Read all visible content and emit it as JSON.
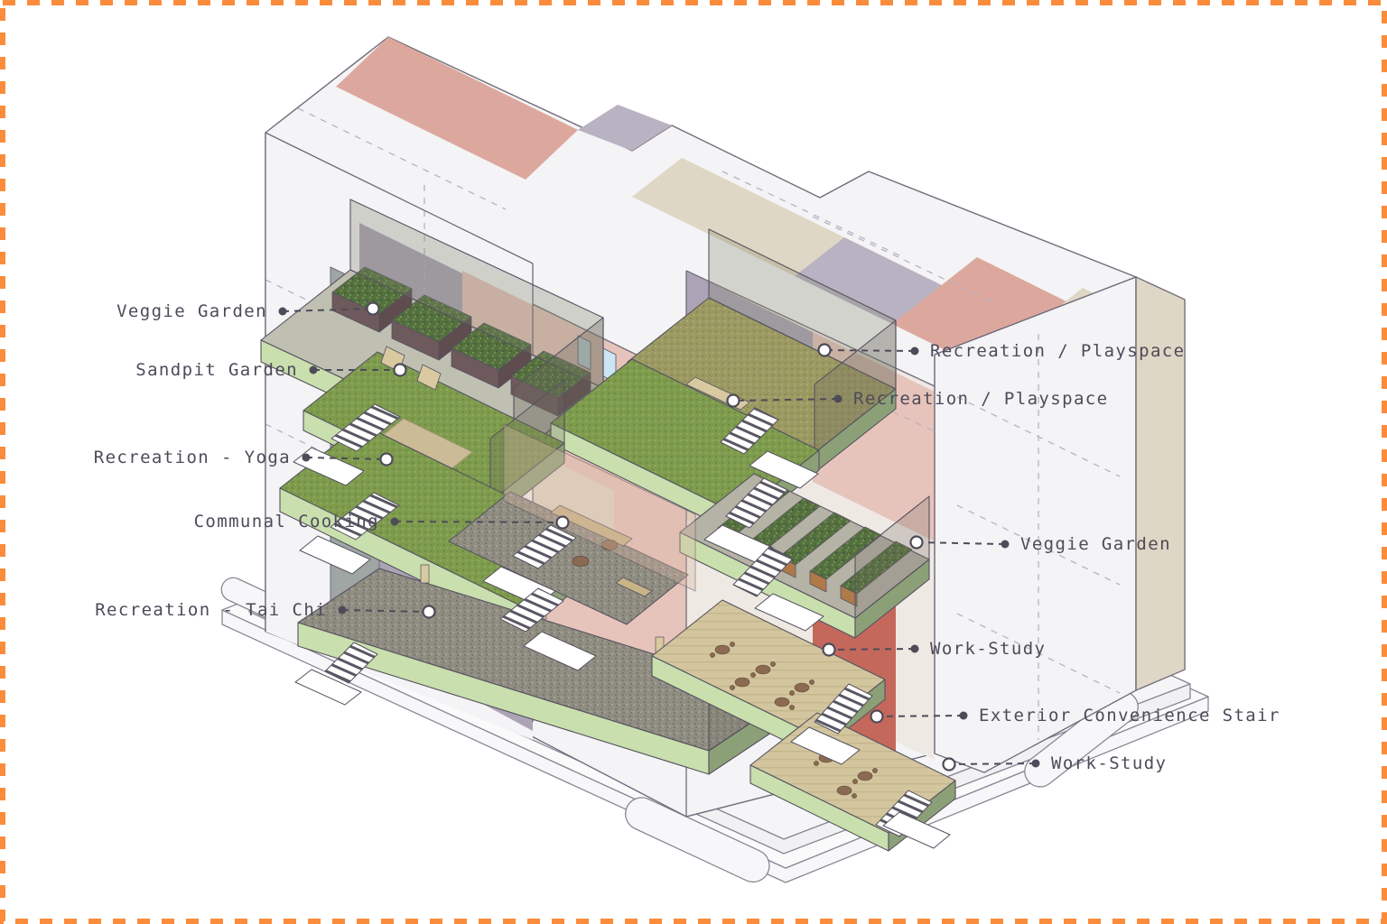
{
  "diagram": {
    "type": "axonometric-building-amenity-diagram",
    "annotations": {
      "left": [
        {
          "label": "Veggie Garden"
        },
        {
          "label": "Sandpit Garden"
        },
        {
          "label": "Recreation - Yoga"
        },
        {
          "label": "Communal Cooking"
        },
        {
          "label": "Recreation - Tai Chi"
        }
      ],
      "right": [
        {
          "label": "Recreation / Playspace"
        },
        {
          "label": "Recreation / Playspace"
        },
        {
          "label": "Veggie Garden"
        },
        {
          "label": "Work-Study"
        },
        {
          "label": "Exterior Convenience Stair"
        },
        {
          "label": "Work-Study"
        }
      ]
    },
    "palette": {
      "border_orange": "#FB8C3C",
      "facade_pink": "#E7B3A8",
      "facade_lavender": "#ACA4B6",
      "facade_beige": "#DFD7C5",
      "facade_white": "#F4F3F5",
      "accent_red": "#C4685C",
      "window_blue": "#CBE6F2",
      "terrace_fascia_green": "#C9DFAD",
      "terrace_fascia_green_dark": "#8CA077",
      "lawn_green": "#7E9B4E",
      "lawn_olive": "#9C9A63",
      "gravel_grey": "#908D82",
      "sand_tan": "#CBBB97",
      "planter_brown": "#6E5A5C",
      "wood_tan": "#C9B488",
      "label_text": "#4E4B59",
      "line": "#6F6B7A"
    }
  }
}
